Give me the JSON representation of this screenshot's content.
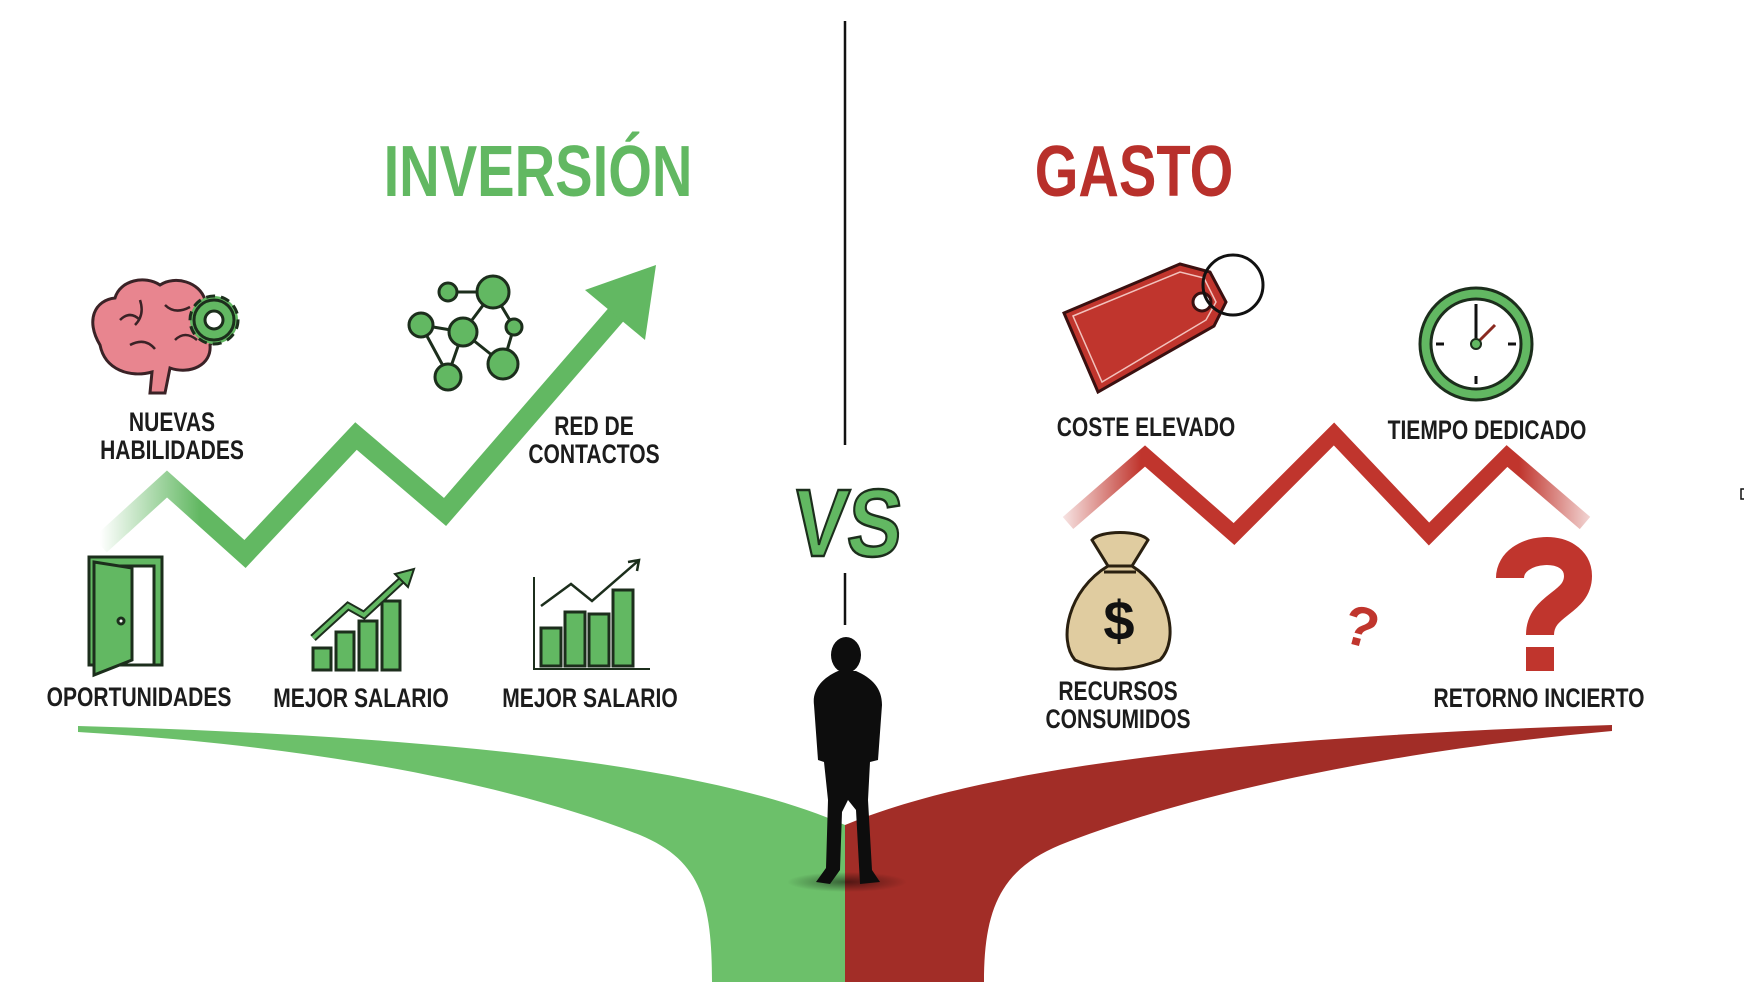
{
  "left": {
    "title": "INVERSIÓN",
    "items": [
      {
        "label_lines": [
          "NUEVAS",
          "HABILIDADES"
        ],
        "icon": "brain-gear-icon"
      },
      {
        "label_lines": [
          "RED DE",
          "CONTACTOS"
        ],
        "icon": "network-icon"
      },
      {
        "label": "OPORTUNIDADES",
        "icon": "open-door-icon"
      },
      {
        "label": "MEJOR SALARIO",
        "icon": "bar-chart-up-icon"
      },
      {
        "label": "MEJOR SALARIO",
        "icon": "growth-chart-icon"
      }
    ]
  },
  "center": {
    "vs": "VS"
  },
  "right": {
    "title": "GASTO",
    "items": [
      {
        "label": "COSTE ELEVADO",
        "icon": "price-tag-icon"
      },
      {
        "label": "TIEMPO DEDICADO",
        "icon": "clock-icon"
      },
      {
        "label_lines": [
          "RECURSOS",
          "CONSUMIDOS"
        ],
        "icon": "money-bag-icon",
        "symbol": "$"
      },
      {
        "label": "RETORNO INCIERTO",
        "icon": "question-mark-icon",
        "symbol": "?"
      }
    ]
  },
  "colors": {
    "green": "#62b862",
    "red": "#c0352d",
    "road_red": "#a22d27",
    "text": "#1c1c1c"
  }
}
